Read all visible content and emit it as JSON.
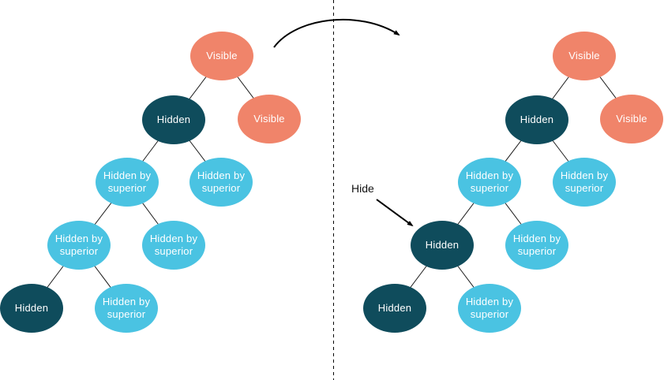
{
  "diagram": {
    "description_colors": {
      "visible_node": "#f0846a",
      "hidden_node": "#0f4c5c",
      "hidden_by_superior_node": "#4ac3e2",
      "edge": "#1a1a1a",
      "divider": "#000000"
    },
    "annotations": {
      "hide": "Hide"
    },
    "left_tree": {
      "nodes": [
        {
          "label": "Visible",
          "state": "visible"
        },
        {
          "label": "Hidden",
          "state": "hidden"
        },
        {
          "label": "Visible",
          "state": "visible"
        },
        {
          "label": "Hidden by superior",
          "state": "hidden-by-superior"
        },
        {
          "label": "Hidden by superior",
          "state": "hidden-by-superior"
        },
        {
          "label": "Hidden by superior",
          "state": "hidden-by-superior"
        },
        {
          "label": "Hidden by superior",
          "state": "hidden-by-superior"
        },
        {
          "label": "Hidden",
          "state": "hidden"
        },
        {
          "label": "Hidden by superior",
          "state": "hidden-by-superior"
        }
      ]
    },
    "right_tree": {
      "nodes": [
        {
          "label": "Visible",
          "state": "visible"
        },
        {
          "label": "Hidden",
          "state": "hidden"
        },
        {
          "label": "Visible",
          "state": "visible"
        },
        {
          "label": "Hidden by superior",
          "state": "hidden-by-superior"
        },
        {
          "label": "Hidden by superior",
          "state": "hidden-by-superior"
        },
        {
          "label": "Hidden",
          "state": "hidden"
        },
        {
          "label": "Hidden by superior",
          "state": "hidden-by-superior"
        },
        {
          "label": "Hidden",
          "state": "hidden"
        },
        {
          "label": "Hidden by superior",
          "state": "hidden-by-superior"
        }
      ]
    }
  }
}
